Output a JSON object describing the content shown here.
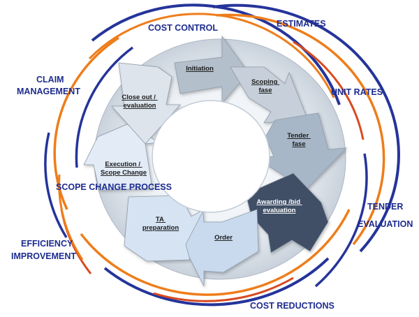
{
  "diagram": {
    "colors": {
      "ring_blue": "#25349a",
      "ring_orange": "#ee7d1a",
      "ring_red": "#d84a1f",
      "label_blue": "#1d2c8f",
      "hub_white": "#ffffff"
    },
    "outer_labels": [
      "COST CONTROL",
      "ESTIMATES",
      "UNIT RATES",
      "TENDER",
      "EVALUATION",
      "COST REDUCTIONS",
      "EFFICIENCY",
      "IMPROVEMENT",
      "SCOPE CHANGE PROCESS",
      "CLAIM",
      "MANAGEMENT"
    ],
    "cycle_steps": [
      {
        "id": "initiation",
        "lines": [
          "Initiation"
        ],
        "fill": "#b3bfcb"
      },
      {
        "id": "scoping",
        "lines": [
          "Scoping",
          "fase"
        ],
        "fill": "#c7d0da"
      },
      {
        "id": "tender",
        "lines": [
          "Tender",
          "fase"
        ],
        "fill": "#a8b7c7"
      },
      {
        "id": "awarding",
        "lines": [
          "Awarding /bid",
          "evaluation"
        ],
        "fill": "#3f4f66"
      },
      {
        "id": "order",
        "lines": [
          "Order"
        ],
        "fill": "#c9daef"
      },
      {
        "id": "ta-prep",
        "lines": [
          "TA",
          "preparation"
        ],
        "fill": "#d6e3f3"
      },
      {
        "id": "execution",
        "lines": [
          "Execution /",
          "Scope Change"
        ],
        "fill": "#e2ebf6"
      },
      {
        "id": "closeout",
        "lines": [
          "Close out /",
          "evaluation"
        ],
        "fill": "#dde4ec"
      }
    ]
  }
}
